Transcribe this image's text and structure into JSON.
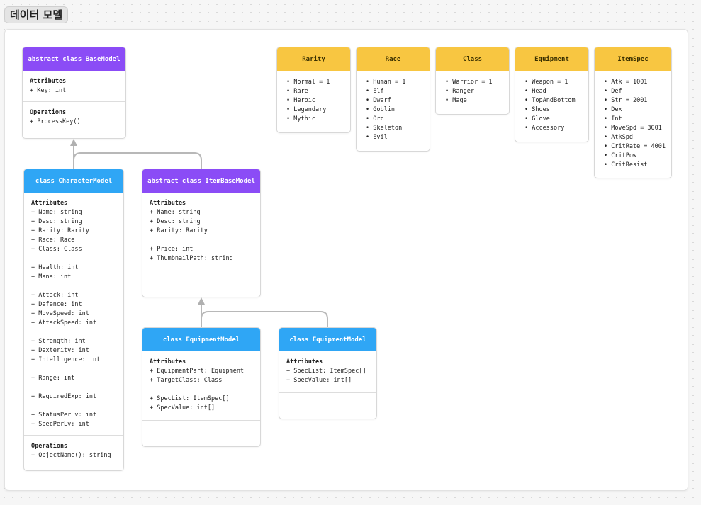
{
  "page": {
    "title": "데이터 모델"
  },
  "colors": {
    "abstract": "#8b4cf6",
    "class": "#2fa6f5",
    "enum": "#f8c641"
  },
  "classes": {
    "base_model": {
      "header": "abstract class BaseModel",
      "attributes_title": "Attributes",
      "attributes": [
        "+ Key: int"
      ],
      "operations_title": "Operations",
      "operations": [
        "+ ProcessKey()"
      ]
    },
    "character_model": {
      "header": "class CharacterModel",
      "attributes_title": "Attributes",
      "attributes": [
        "+ Name: string",
        "+ Desc: string",
        "+ Rarity: Rarity",
        "+ Race: Race",
        "+ Class: Class",
        "",
        "+ Health: int",
        "+ Mana: int",
        "",
        "+ Attack: int",
        "+ Defence: int",
        "+ MoveSpeed: int",
        "+ AttackSpeed: int",
        "",
        "+ Strength: int",
        "+ Dexterity: int",
        "+ Intelligence: int",
        "",
        "+ Range: int",
        "",
        "+ RequiredExp: int",
        "",
        "+ StatusPerLv: int",
        "+ SpecPerLv: int"
      ],
      "operations_title": "Operations",
      "operations": [
        "+ ObjectName(): string"
      ]
    },
    "item_base_model": {
      "header": "abstract class ItemBaseModel",
      "attributes_title": "Attributes",
      "attributes": [
        "+ Name: string",
        "+ Desc: string",
        "+ Rarity: Rarity",
        "",
        "+ Price: int",
        "+ ThumbnailPath: string"
      ]
    },
    "equipment_model_a": {
      "header": "class EquipmentModel",
      "attributes_title": "Attributes",
      "attributes": [
        "+ EquipmentPart: Equipment",
        "+ TargetClass: Class",
        "",
        "+ SpecList: ItemSpec[]",
        "+ SpecValue: int[]"
      ]
    },
    "equipment_model_b": {
      "header": "class EquipmentModel",
      "attributes_title": "Attributes",
      "attributes": [
        "+ SpecList: ItemSpec[]",
        "+ SpecValue: int[]"
      ]
    }
  },
  "enums": {
    "rarity": {
      "header": "Rarity",
      "items": [
        "Normal = 1",
        "Rare",
        "Heroic",
        "Legendary",
        "Mythic"
      ]
    },
    "race": {
      "header": "Race",
      "items": [
        "Human = 1",
        "Elf",
        "Dwarf",
        "Goblin",
        "Orc",
        "Skeleton",
        "Evil"
      ]
    },
    "class": {
      "header": "Class",
      "items": [
        "Warrior = 1",
        "Ranger",
        "Mage"
      ]
    },
    "equipment": {
      "header": "Equipment",
      "items": [
        "Weapon = 1",
        "Head",
        "TopAndBottom",
        "Shoes",
        "Glove",
        "Accessory"
      ]
    },
    "item_spec": {
      "header": "ItemSpec",
      "items": [
        "Atk = 1001",
        "Def",
        "Str = 2001",
        "Dex",
        "Int",
        "MoveSpd = 3001",
        "AtkSpd",
        "CritRate = 4001",
        "CritPow",
        "CritResist"
      ]
    }
  }
}
